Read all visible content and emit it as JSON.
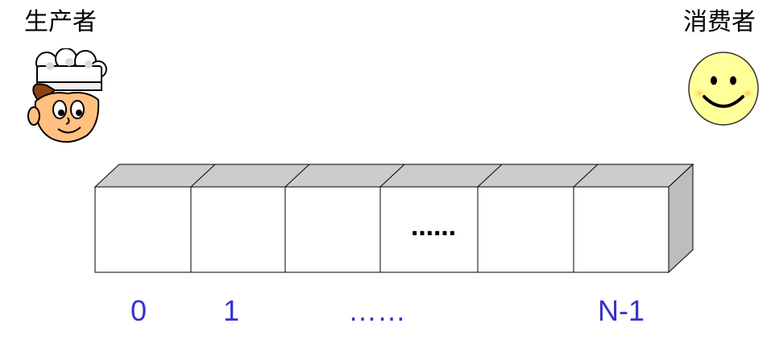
{
  "producer": {
    "label": "生产者",
    "icon": "chef-icon"
  },
  "consumer": {
    "label": "消费者",
    "icon": "smiley-icon"
  },
  "buffer": {
    "slot_count": 6,
    "ellipsis_cell_text": "……",
    "indices": {
      "first": "0",
      "second": "1",
      "ellipsis": "……",
      "last": "N-1"
    }
  },
  "colors": {
    "index_text": "#3333cc",
    "box_top": "#cccccc",
    "box_side": "#bdbdbd",
    "smiley_face": "#ffff99"
  }
}
